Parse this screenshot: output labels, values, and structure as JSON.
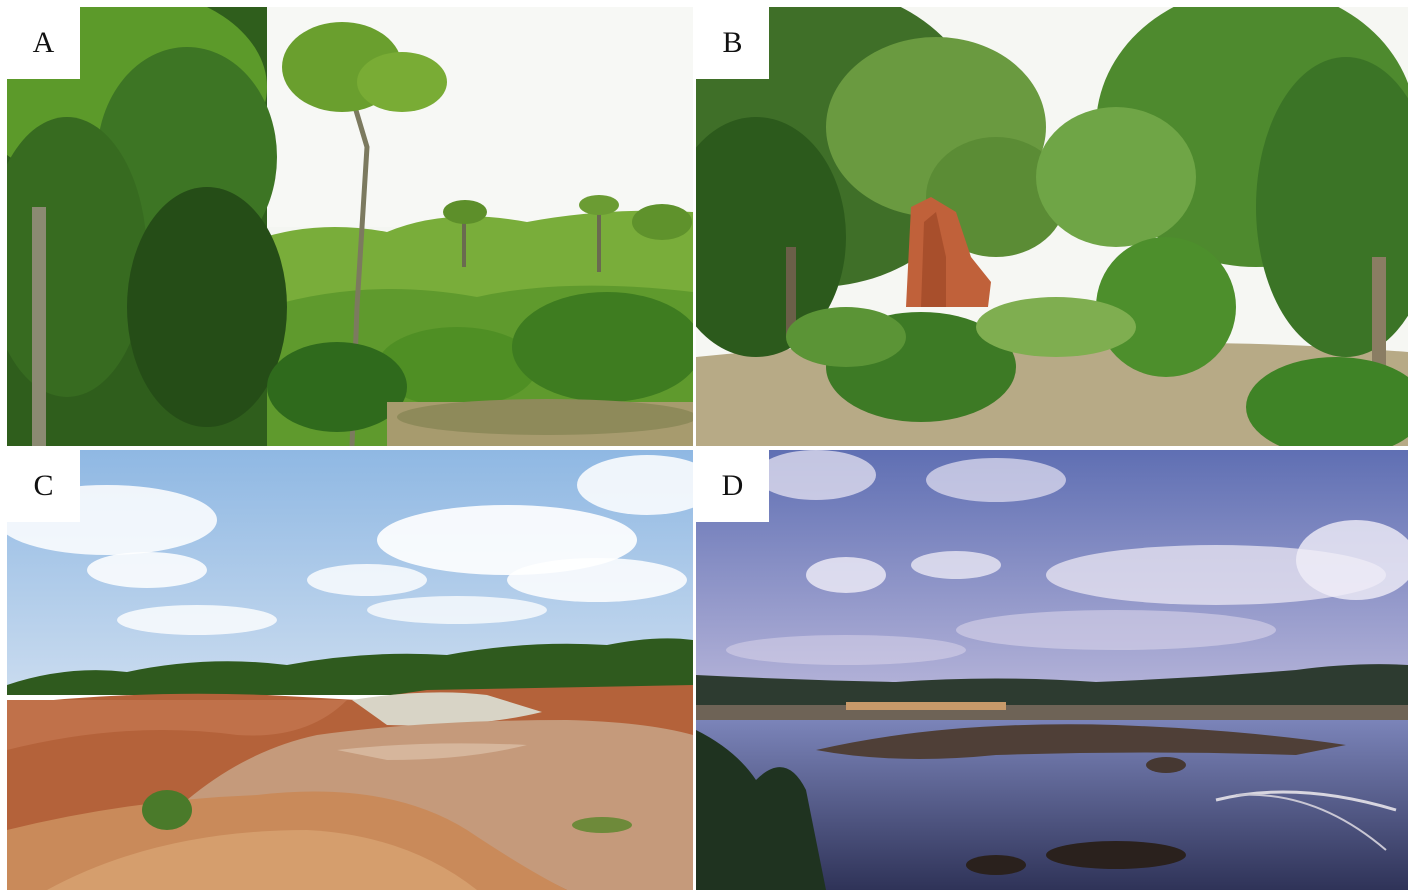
{
  "figure": {
    "panels": [
      {
        "label": "A"
      },
      {
        "label": "B"
      },
      {
        "label": "C"
      },
      {
        "label": "D"
      }
    ]
  },
  "colors": {
    "background": "#ffffff",
    "foliage_dark": "#2f5e1c",
    "foliage_light": "#7fb83a",
    "laterite": "#b8643a",
    "muddy_water": "#c49a7a",
    "sky": "#9fc4e8",
    "dusk_sky": "#8a93c8",
    "dark_water": "#3a3f66"
  }
}
